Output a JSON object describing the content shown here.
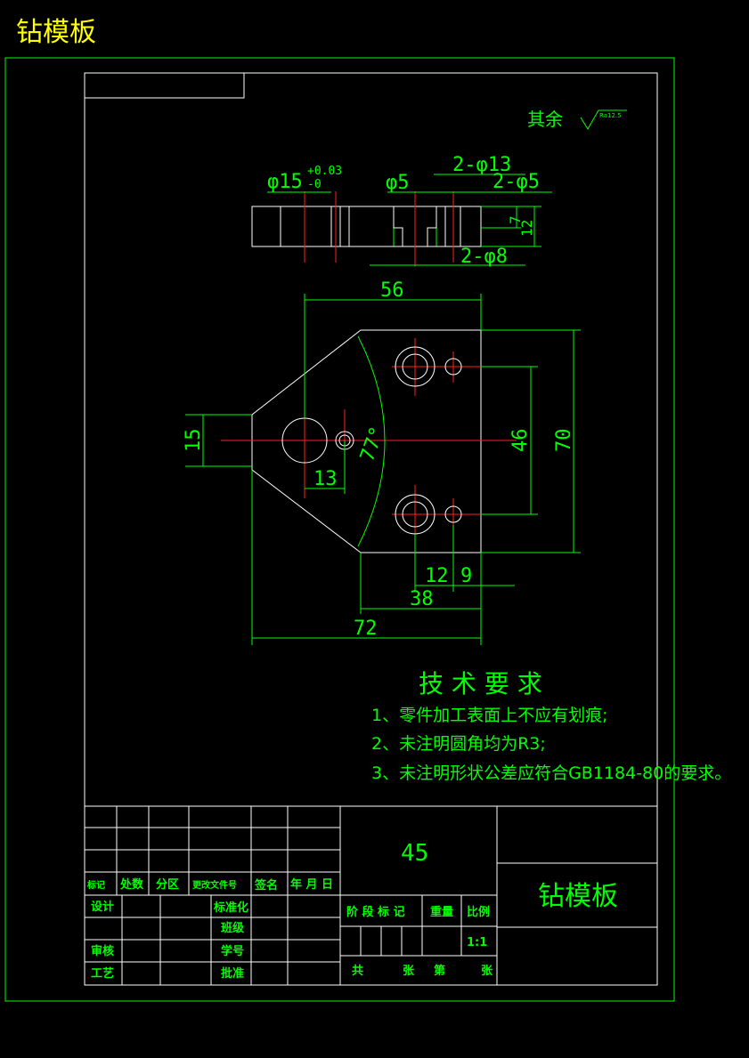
{
  "header": {
    "title": "钻模板"
  },
  "drawing": {
    "roughness_note": "其余",
    "roughness_value": "Ra12.5",
    "section_dims": {
      "d15": "φ15",
      "d15_tol_upper": "+0.03",
      "d15_tol_lower": "-0",
      "d5": "φ5",
      "two_d13": "2-φ13",
      "two_d5": "2-φ5",
      "two_d8": "2-φ8",
      "h7": "7",
      "h12": "12"
    },
    "plan_dims": {
      "w56": "56",
      "h70": "70",
      "h46": "46",
      "h15": "15",
      "w13": "13",
      "angle": "77°",
      "w12": "12",
      "w9": "9",
      "w38": "38",
      "w72": "72"
    }
  },
  "tech_req": {
    "title": "技 术 要 求",
    "items": [
      "1、零件加工表面上不应有划痕;",
      "2、未注明圆角均为R3;",
      "3、未注明形状公差应符合GB1184-80的要求。"
    ]
  },
  "title_block": {
    "material": "45",
    "part_name": "钻模板",
    "col_mark": "标记",
    "col_count": "处数",
    "col_zone": "分区",
    "col_change_doc": "更改文件号",
    "col_sign": "签名",
    "col_date": "年 月 日",
    "design": "设计",
    "standard": "标准化",
    "class_label": "班级",
    "review": "审核",
    "student_id": "学号",
    "process": "工艺",
    "approve": "批准",
    "stage_mark": "阶 段 标 记",
    "weight": "重量",
    "scale_label": "比例",
    "scale_value": "1:1",
    "total": "共",
    "sheets": "张",
    "sheet_no": "第",
    "sheets2": "张"
  }
}
